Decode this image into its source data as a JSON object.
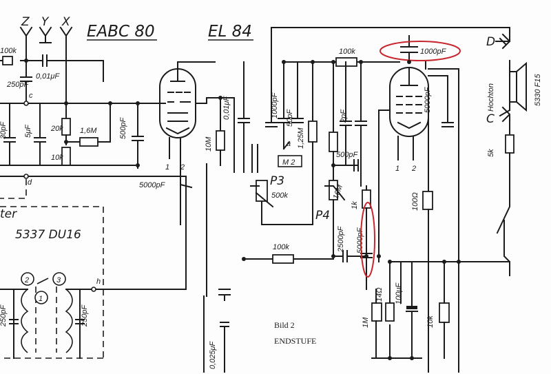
{
  "headings": {
    "tube1": "EABC 80",
    "tube2": "EL 84",
    "transformer": "5337 DU16",
    "partial": "ter"
  },
  "inputs": {
    "z": "Z",
    "y": "Y",
    "x": "X"
  },
  "speaker": {
    "d": "D",
    "c": "C",
    "type": "5330 F15",
    "name": "Hochton"
  },
  "nodes": {
    "c": "c",
    "d": "d",
    "h": "h",
    "n1": "1",
    "n2": "2",
    "n3": "3"
  },
  "pins": {
    "p1": "1",
    "p2": "2"
  },
  "switch_label": "M 2",
  "switch_contact": "a",
  "pots": {
    "p3": "P3",
    "p3_value": "500k",
    "p4": "P4"
  },
  "components": {
    "r100k_left": "100k",
    "c250pf_a": "250pF",
    "c001_a": "0,01μF",
    "c30pf": "30pF",
    "c5uf": "5μF",
    "r20k": "20k",
    "r10k": "10k",
    "r16m_left": "1,6M",
    "c500pf_left": "500pF",
    "c5000pf_a": "5000pF",
    "r10m": "10M",
    "c001_b": "0,01μF",
    "c1000pf_a": "1000pF",
    "c50pf": "50pF",
    "r125m": "1,25M",
    "c2pf": "2pF",
    "c500pf_b": "500pF",
    "r16m_right": "16M",
    "r1k": "1k",
    "r100k_top": "100k",
    "c1000pf_top": "1000pF",
    "c5000pf_right": "5000pF",
    "r5k": "5k",
    "r100k_bottom": "100k",
    "c2500pf": "2500pF",
    "c5000pf_red": "5000pF",
    "r100ohm": "100Ω",
    "r1m": "1M",
    "r14ohm": "14Ω",
    "c100uf": "100μF",
    "r10k_right": "10k",
    "c0025": "0,025μF",
    "c250pf_l": "250pF",
    "c250pf_r": "250pF"
  },
  "caption": {
    "line1": "Bild 2",
    "line2": "ENDSTUFE"
  },
  "colors": {
    "ink": "#1a1a1a",
    "highlight": "#c8262d",
    "paper": "#fdfdfd"
  }
}
